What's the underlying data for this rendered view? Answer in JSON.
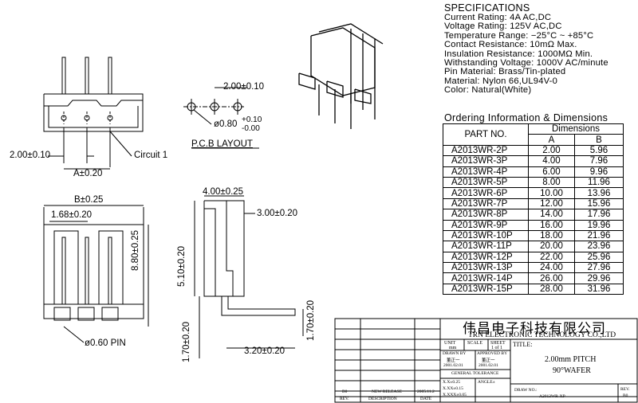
{
  "specifications": {
    "heading": "SPECIFICATIONS",
    "lines": [
      "Current Rating: 4A AC,DC",
      "Voltage Rating: 125V AC,DC",
      "Temperature Range: −25°C ~ +85°C",
      "Contact Resistance: 10mΩ Max.",
      "Insulation Resistance: 1000MΩ Min.",
      "Withstanding Voltage: 1000V AC/minute",
      "Pin Material: Brass/Tin-plated",
      "Material: Nylon 66,UL94V-0",
      "Color: Natural(White)"
    ]
  },
  "ordering": {
    "heading": "Ordering Information & Dimensions",
    "col_part": "PART NO.",
    "col_dims": "Dimensions",
    "col_a": "A",
    "col_b": "B",
    "rows": [
      {
        "part": "A2013WR-2P",
        "a": "2.00",
        "b": "5.96"
      },
      {
        "part": "A2013WR-3P",
        "a": "4.00",
        "b": "7.96"
      },
      {
        "part": "A2013WR-4P",
        "a": "6.00",
        "b": "9.96"
      },
      {
        "part": "A2013WR-5P",
        "a": "8.00",
        "b": "11.96"
      },
      {
        "part": "A2013WR-6P",
        "a": "10.00",
        "b": "13.96"
      },
      {
        "part": "A2013WR-7P",
        "a": "12.00",
        "b": "15.96"
      },
      {
        "part": "A2013WR-8P",
        "a": "14.00",
        "b": "17.96"
      },
      {
        "part": "A2013WR-9P",
        "a": "16.00",
        "b": "19.96"
      },
      {
        "part": "A2013WR-10P",
        "a": "18.00",
        "b": "21.96"
      },
      {
        "part": "A2013WR-11P",
        "a": "20.00",
        "b": "23.96"
      },
      {
        "part": "A2013WR-12P",
        "a": "22.00",
        "b": "25.96"
      },
      {
        "part": "A2013WR-13P",
        "a": "24.00",
        "b": "27.96"
      },
      {
        "part": "A2013WR-14P",
        "a": "26.00",
        "b": "29.96"
      },
      {
        "part": "A2013WR-15P",
        "a": "28.00",
        "b": "31.96"
      }
    ]
  },
  "dimensions": {
    "pitch_pcb": "2.00±0.10",
    "hole_main": "ø0.80",
    "hole_tol_top": "+0.10",
    "hole_tol_bottom": "-0.00",
    "pcb_layout": "P.C.B LAYOUT",
    "pitch_front": "2.00±0.10",
    "circuit_1": "Circuit 1",
    "dim_a": "A±0.20",
    "dim_b": "B±0.25",
    "dim_168": "1.68±0.20",
    "dim_880": "8.80±0.25",
    "pin_dia": "ø0.60 PIN",
    "dim_400": "4.00±0.25",
    "dim_300": "3.00±0.20",
    "dim_510": "5.10±0.20",
    "dim_170_left": "1.70±0.20",
    "dim_170_right": "1.70±0.20",
    "dim_320": "3.20±0.20"
  },
  "title_block": {
    "company_cn": "伟昌电子科技有限公司",
    "company_en": "TRN ELECTRONIC TECHNOLOGY CO.,LTD",
    "unit": "UNIT",
    "unit_val": "mm",
    "scale": "SCALE",
    "scale_val": "",
    "sheet": "SHEET",
    "sheet_val": "1 of 1",
    "title_label": "TITLE:",
    "title_1": "2.00mm PITCH",
    "title_2": "90°WAFER",
    "drawn_by": "DRAWN BY",
    "drawn_name": "董正一",
    "drawn_date": "2001.02.01",
    "approved_by": "APPROVED BY",
    "approved_name": "董正一",
    "approved_date": "2001.02.01",
    "gen_tol": "GENERAL TOLERANCE",
    "tol_1": "X.X±0.25",
    "tol_2": "X.XX±0.15",
    "tol_3": "X.XXX±0.05",
    "angle": "ANGLE±",
    "drawing_no_label": "DRAW NO.:",
    "drawing_no": "A2013WR-XP",
    "rev_label": "REV.",
    "rev_val": "B0",
    "rev_row_rev": "B0",
    "rev_row_desc": "NEW RELEASE",
    "rev_row_date": "2005.11.2",
    "hdr_rev": "REV.",
    "hdr_desc": "DESCRIPTION",
    "hdr_date": "DATE"
  }
}
